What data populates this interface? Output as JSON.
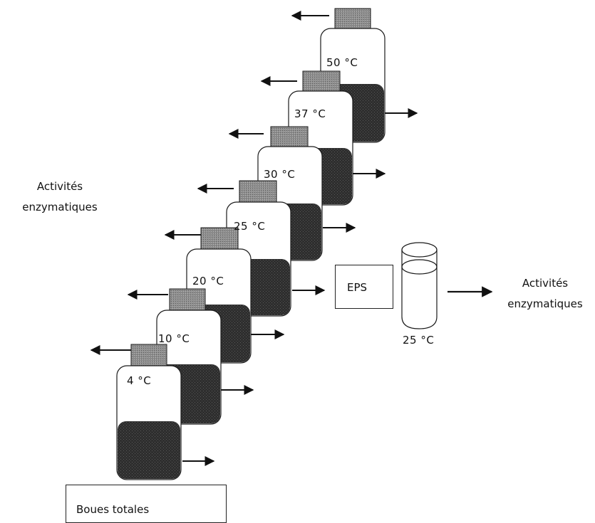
{
  "left_label": {
    "line1": "Activités",
    "line2": "enzymatiques"
  },
  "right_label": {
    "line1": "Activités",
    "line2": "enzymatiques"
  },
  "eps_box": "EPS",
  "beaker_temperature": "25 °C",
  "sludge_box": "Boues totales",
  "bottles": [
    {
      "temperature": "4 °C"
    },
    {
      "temperature": "10 °C"
    },
    {
      "temperature": "20 °C"
    },
    {
      "temperature": "25 °C"
    },
    {
      "temperature": "30 °C"
    },
    {
      "temperature": "37 °C"
    },
    {
      "temperature": "50 °C"
    }
  ],
  "colors": {
    "cap": "#8f8f8f",
    "sludge": "#2e2e2e",
    "outline": "#1a1a1a"
  }
}
